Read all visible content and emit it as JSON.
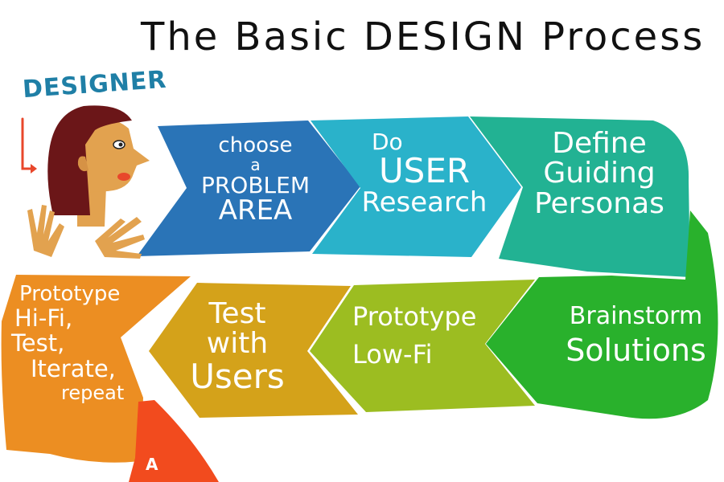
{
  "title": "The Basic DESIGN Process",
  "designer_label": "DESIGNER",
  "steps": [
    {
      "lines": [
        "choose",
        "a",
        "PROBLEM",
        "AREA"
      ],
      "color": "#2a74b7"
    },
    {
      "lines": [
        "Do",
        "USER",
        "Research"
      ],
      "color": "#2ab2ca"
    },
    {
      "lines": [
        "Define",
        "Guiding",
        "Personas"
      ],
      "color": "#22b293"
    },
    {
      "lines": [
        "Brainstorm",
        "Solutions"
      ],
      "color": "#29b12c"
    },
    {
      "lines": [
        "Prototype",
        "Low-Fi"
      ],
      "color": "#9cbd21"
    },
    {
      "lines": [
        "Test",
        "with",
        "Users"
      ],
      "color": "#d4a21a"
    },
    {
      "lines": [
        "Prototype",
        "Hi-Fi,",
        "Test,",
        "Iterate,",
        "repeat"
      ],
      "color": "#ec8e22"
    }
  ],
  "corner_mark": "A",
  "colors": {
    "designer_text": "#1f7fa6",
    "hair": "#6b1618",
    "skin": "#e2a24f",
    "arrow_red": "#e8472b",
    "corner_red": "#f24b1e"
  }
}
